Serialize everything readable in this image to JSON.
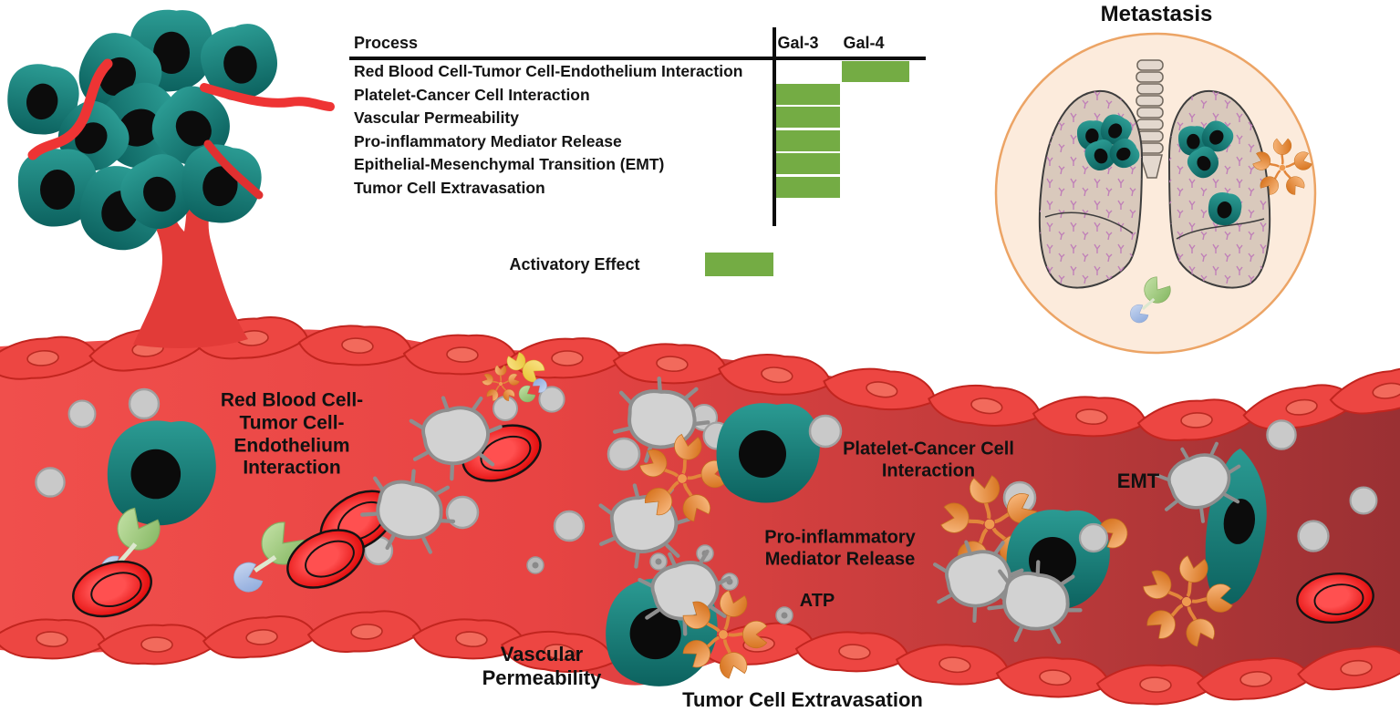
{
  "process_table": {
    "header_process": "Process",
    "col_gal3": "Gal-3",
    "col_gal4": "Gal-4",
    "rows": [
      {
        "process": "Red Blood Cell-Tumor Cell-Endothelium Interaction",
        "gal3": false,
        "gal4": true
      },
      {
        "process": "Platelet-Cancer Cell Interaction",
        "gal3": true,
        "gal4": false
      },
      {
        "process": "Vascular Permeability",
        "gal3": true,
        "gal4": false
      },
      {
        "process": "Pro-inflammatory Mediator Release",
        "gal3": true,
        "gal4": false
      },
      {
        "process": "Epithelial-Mesenchymal Transition (EMT)",
        "gal3": true,
        "gal4": false
      },
      {
        "process": "Tumor Cell Extravasation",
        "gal3": true,
        "gal4": false
      }
    ],
    "legend_label": "Activatory Effect"
  },
  "chart_data": {
    "type": "table",
    "title": "Process",
    "columns": [
      "Gal-3",
      "Gal-4"
    ],
    "rows": [
      {
        "process": "Red Blood Cell-Tumor Cell-Endothelium Interaction",
        "Gal-3": false,
        "Gal-4": true
      },
      {
        "process": "Platelet-Cancer Cell Interaction",
        "Gal-3": true,
        "Gal-4": false
      },
      {
        "process": "Vascular Permeability",
        "Gal-3": true,
        "Gal-4": false
      },
      {
        "process": "Pro-inflammatory Mediator Release",
        "Gal-3": true,
        "Gal-4": false
      },
      {
        "process": "Epithelial-Mesenchymal Transition (EMT)",
        "Gal-3": true,
        "Gal-4": false
      },
      {
        "process": "Tumor Cell Extravasation",
        "Gal-3": true,
        "Gal-4": false
      }
    ],
    "legend": "Activatory Effect (green bar = activatory)"
  },
  "labels": {
    "metastasis": "Metastasis",
    "rbc_interaction": "Red Blood Cell-\nTumor Cell-\nEndothelium\nInteraction",
    "platelet_cancer": "Platelet-Cancer Cell\nInteraction",
    "pro_inflammatory": "Pro-inflammatory\nMediator Release",
    "atp": "ATP",
    "emt": "EMT",
    "vascular_permeability": "Vascular\nPermeability",
    "tumor_extravasation": "Tumor Cell Extravasation"
  },
  "colors": {
    "activatory_green": "#74ac44",
    "vessel_red_bright": "#ef4c4a",
    "vessel_red_dark": "#9a3033",
    "endothelium_tile": "#ed4642",
    "tumor_teal": "#147a76",
    "galectin3_orange": "#e88b45",
    "galectin4_green": "#a8d08c",
    "galectin4_blue": "#b0c4e8",
    "rbc_red": "#e01212",
    "platelet_gray": "#d2d2d2",
    "inset_fill": "#fcebdc",
    "inset_border": "#eca465",
    "lung_fill": "#d9c9bc"
  }
}
